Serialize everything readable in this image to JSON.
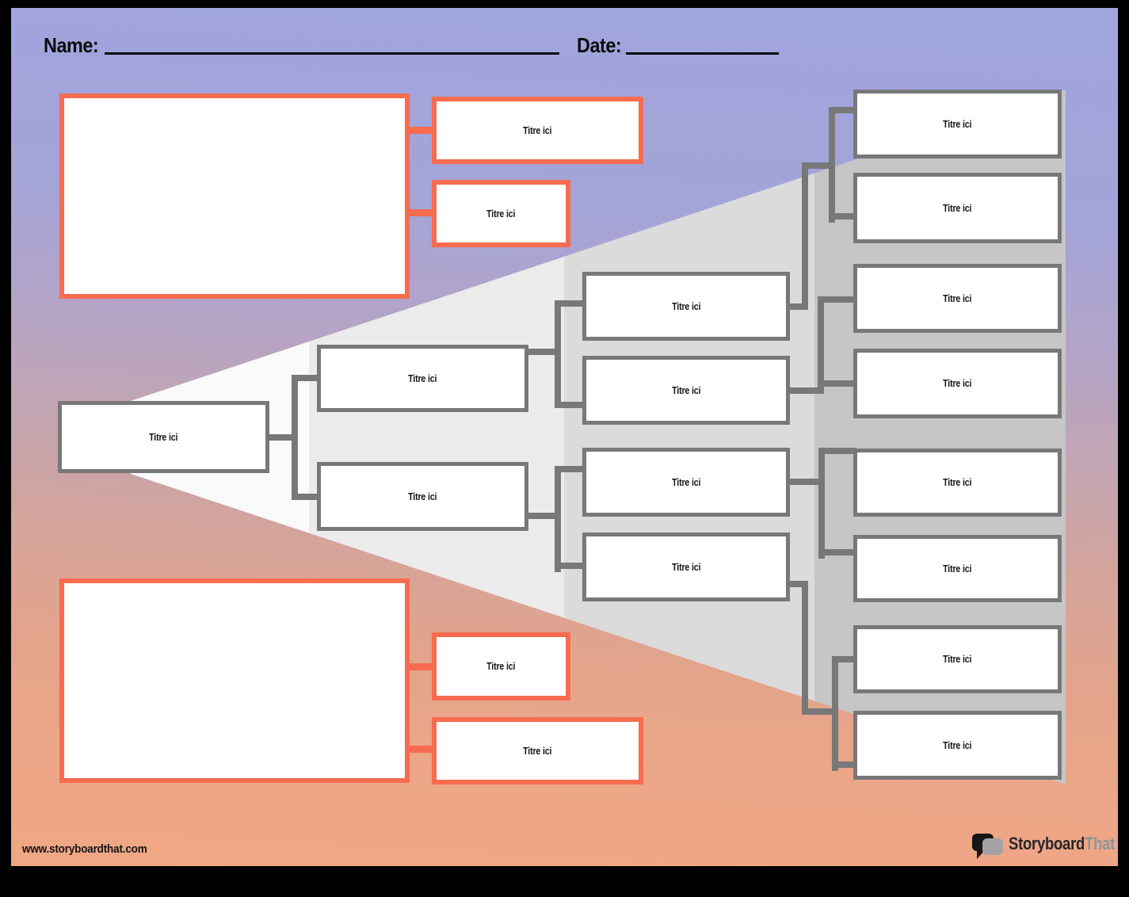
{
  "header": {
    "name_label": "Name:",
    "date_label": "Date:"
  },
  "tree": {
    "root": {
      "label": "Titre ici"
    },
    "level2": [
      {
        "label": "Titre ici"
      },
      {
        "label": "Titre ici"
      }
    ],
    "level3": [
      {
        "label": "Titre ici"
      },
      {
        "label": "Titre ici"
      },
      {
        "label": "Titre ici"
      },
      {
        "label": "Titre ici"
      }
    ],
    "level4": [
      {
        "label": "Titre ici"
      },
      {
        "label": "Titre ici"
      },
      {
        "label": "Titre ici"
      },
      {
        "label": "Titre ici"
      },
      {
        "label": "Titre ici"
      },
      {
        "label": "Titre ici"
      },
      {
        "label": "Titre ici"
      },
      {
        "label": "Titre ici"
      }
    ]
  },
  "side_panels": {
    "top": {
      "boxes": [
        {
          "label": "Titre ici"
        },
        {
          "label": "Titre ici"
        }
      ]
    },
    "bottom": {
      "boxes": [
        {
          "label": "Titre ici"
        },
        {
          "label": "Titre ici"
        }
      ]
    }
  },
  "footer": {
    "website": "www.storyboardthat.com",
    "brand": {
      "primary": "Storyboard",
      "secondary": "That"
    }
  },
  "colors": {
    "accent_orange": "#f76c4f",
    "node_border_gray": "#787878",
    "gradient_top": "#a0a5de",
    "gradient_bottom": "#f1a784",
    "cone_shades": [
      "#fbfafa",
      "#ebebeb",
      "#dbdbdb",
      "#c6c6c6"
    ]
  }
}
